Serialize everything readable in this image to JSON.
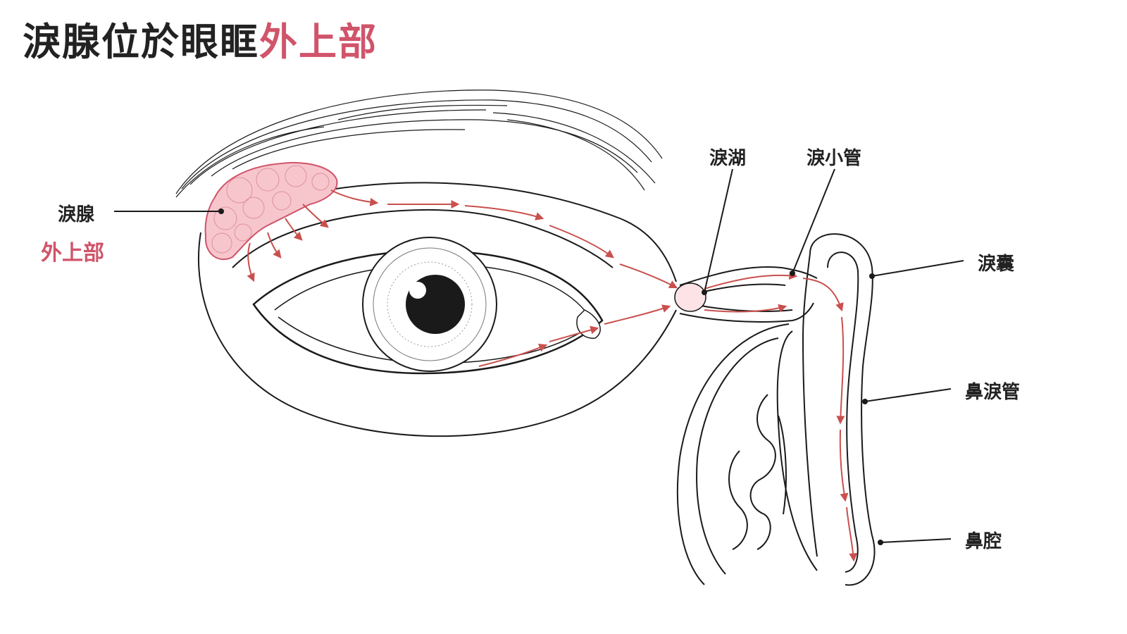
{
  "title": {
    "part1": "淚腺位於眼眶",
    "part2": "外上部"
  },
  "labels": {
    "lacrimal_gland": "淚腺",
    "location": "外上部",
    "lacrimal_lake": "淚湖",
    "canaliculus": "淚小管",
    "lacrimal_sac": "淚囊",
    "nasolacrimal_duct": "鼻淚管",
    "nasal_cavity": "鼻腔"
  },
  "colors": {
    "text": "#222222",
    "accent": "#d0546a",
    "flow_arrow": "#c9504e",
    "gland_fill": "#f6c6cc",
    "line": "#1a1a1a"
  }
}
